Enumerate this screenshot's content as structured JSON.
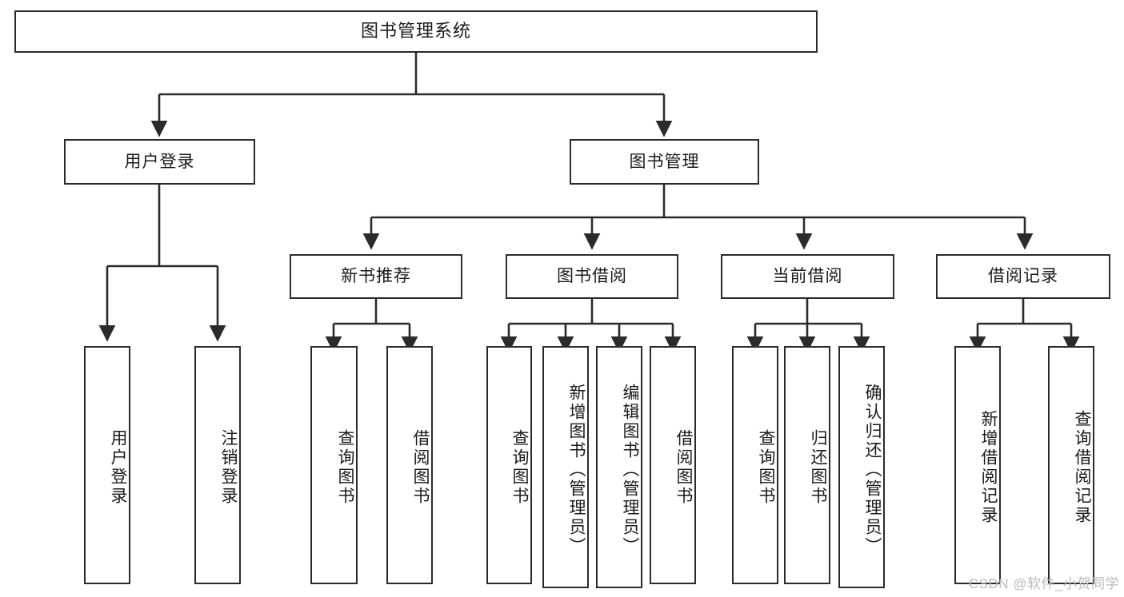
{
  "diagram": {
    "type": "tree-hierarchy",
    "title": "图书管理系统",
    "watermark": "CSDN @软件_小贺同学",
    "colors": {
      "box_border": "#2b2b2b",
      "box_fill": "#ffffff",
      "edge": "#2b2b2b",
      "text": "#1a1a1a",
      "watermark": "#b9b9b9"
    },
    "nodes": {
      "root": {
        "label": "图书管理系统"
      },
      "level1": [
        {
          "label": "用户登录"
        },
        {
          "label": "图书管理"
        }
      ],
      "level2": [
        {
          "label": "新书推荐"
        },
        {
          "label": "图书借阅"
        },
        {
          "label": "当前借阅"
        },
        {
          "label": "借阅记录"
        }
      ],
      "leaves": {
        "user_login": [
          {
            "label": "用户登录"
          },
          {
            "label": "注销登录"
          }
        ],
        "new_book": [
          {
            "label": "查询图书"
          },
          {
            "label": "借阅图书"
          }
        ],
        "book_borrow": [
          {
            "label": "查询图书"
          },
          {
            "label": "新增图书（管理员）"
          },
          {
            "label": "编辑图书（管理员）"
          },
          {
            "label": "借阅图书"
          }
        ],
        "current_borrow": [
          {
            "label": "查询图书"
          },
          {
            "label": "归还图书"
          },
          {
            "label": "确认归还（管理员）"
          }
        ],
        "borrow_record": [
          {
            "label": "新增借阅记录"
          },
          {
            "label": "查询借阅记录"
          }
        ]
      }
    }
  }
}
